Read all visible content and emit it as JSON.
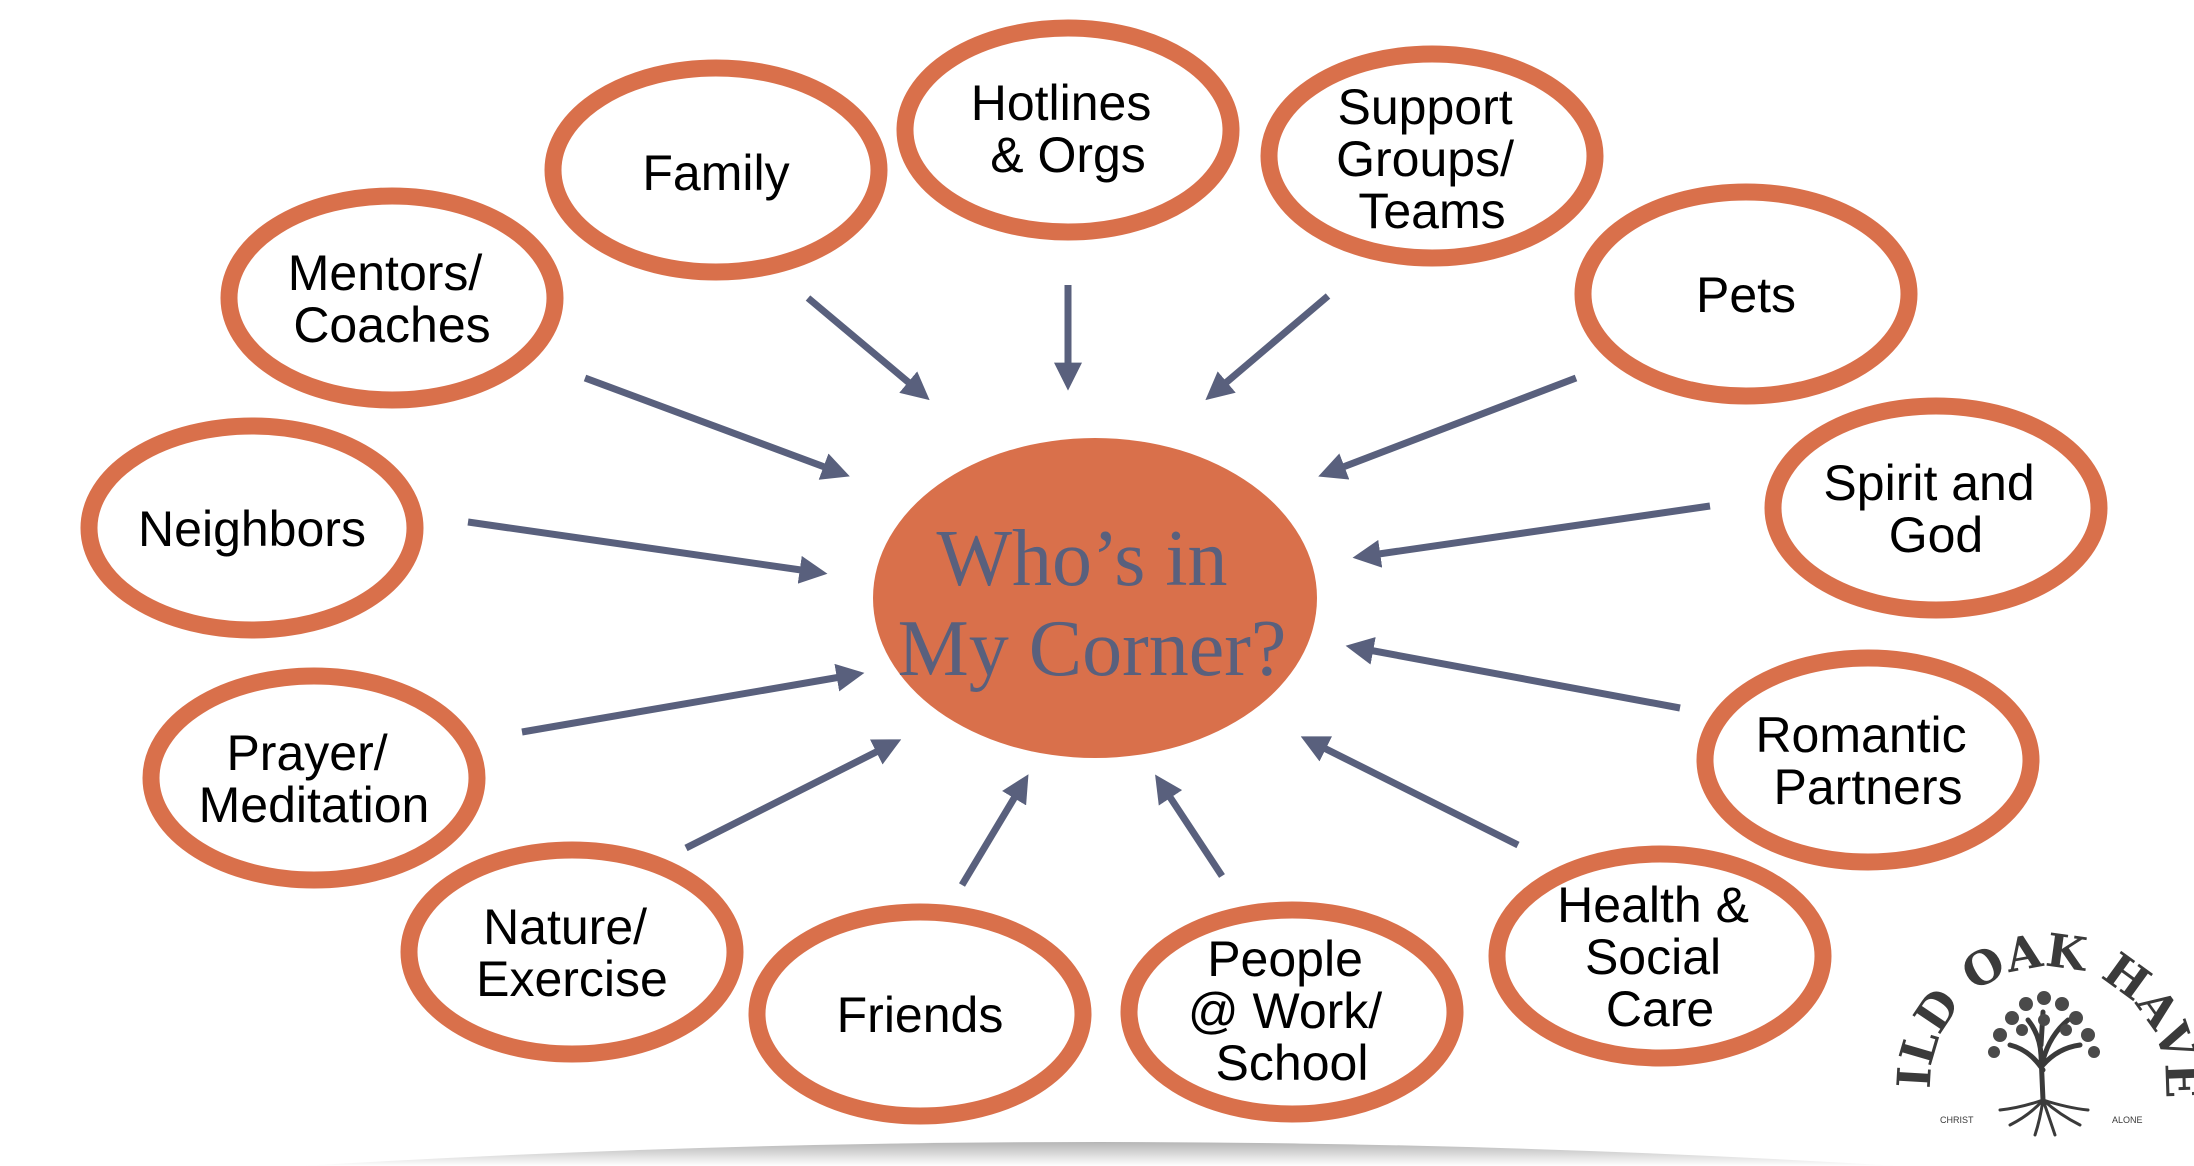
{
  "center": {
    "lines": [
      "Who’s in",
      "My Corner?"
    ]
  },
  "nodes": [
    {
      "id": "family",
      "lines": [
        "Family"
      ]
    },
    {
      "id": "hotlines-orgs",
      "lines": [
        "Hotlines",
        "& Orgs"
      ]
    },
    {
      "id": "support-groups-teams",
      "lines": [
        "Support",
        "Groups/",
        "Teams"
      ]
    },
    {
      "id": "pets",
      "lines": [
        "Pets"
      ]
    },
    {
      "id": "spirit-and-god",
      "lines": [
        "Spirit and",
        "God"
      ]
    },
    {
      "id": "romantic-partners",
      "lines": [
        "Romantic",
        "Partners"
      ]
    },
    {
      "id": "health-social-care",
      "lines": [
        "Health &",
        "Social",
        "Care"
      ]
    },
    {
      "id": "people-work-school",
      "lines": [
        "People",
        "@ Work/",
        "School"
      ]
    },
    {
      "id": "friends",
      "lines": [
        "Friends"
      ]
    },
    {
      "id": "nature-exercise",
      "lines": [
        "Nature/",
        "Exercise"
      ]
    },
    {
      "id": "prayer-meditation",
      "lines": [
        "Prayer/",
        "Meditation"
      ]
    },
    {
      "id": "neighbors",
      "lines": [
        "Neighbors"
      ]
    },
    {
      "id": "mentors-coaches",
      "lines": [
        "Mentors/",
        "Coaches"
      ]
    }
  ],
  "logo": {
    "name": "WILD OAK HAVEN",
    "left_text": "CHRIST",
    "right_text": "ALONE"
  },
  "colors": {
    "node_stroke": "#d9704b",
    "center_fill": "#d9704b",
    "arrow": "#59607d",
    "center_text": "#59607d",
    "ground": "#c8c8c8"
  }
}
